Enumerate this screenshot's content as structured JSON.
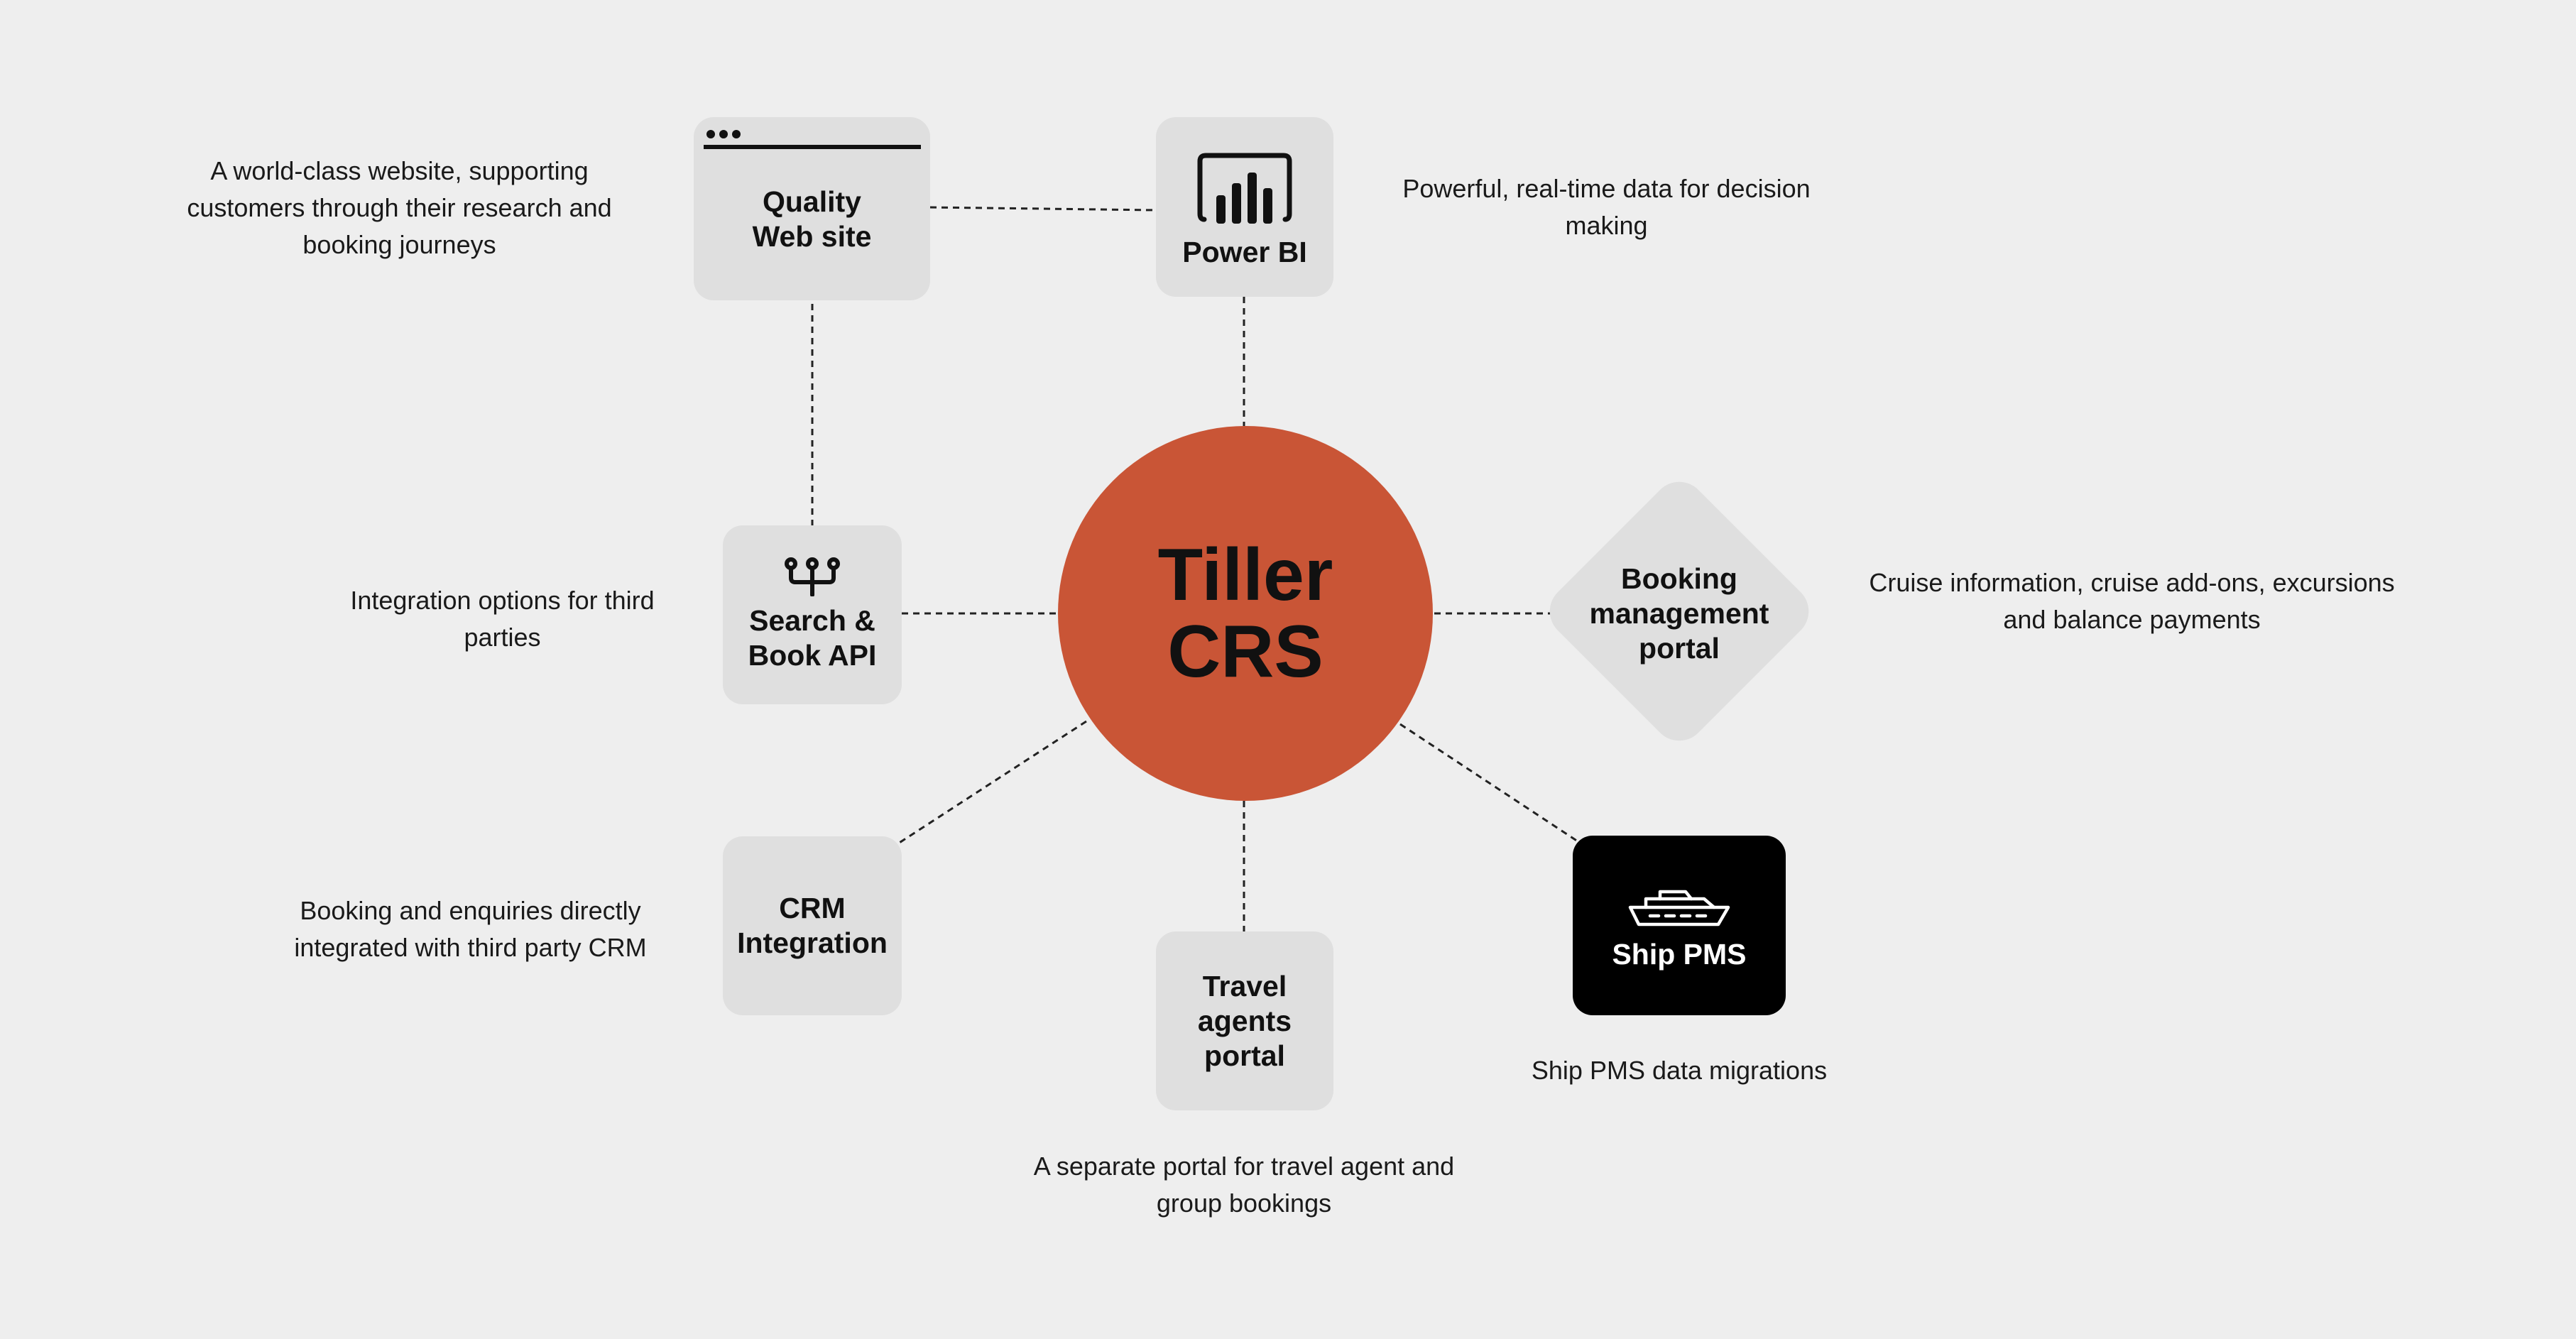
{
  "hub": {
    "title": "Tiller\nCRS",
    "color": "#c95536"
  },
  "nodes": {
    "quality_web_site": {
      "title": "Quality\nWeb site",
      "icon": "browser-window-icon",
      "description": "A world-class website, supporting\ncustomers through their research and\nbooking journeys"
    },
    "power_bi": {
      "title": "Power BI",
      "icon": "bar-chart-icon",
      "description": "Powerful, real-time data for decision\nmaking"
    },
    "search_book_api": {
      "title": "Search &\nBook API",
      "icon": "api-fork-icon",
      "description": "Integration options for third\nparties"
    },
    "booking_management_portal": {
      "title": "Booking\nmanagement\nportal",
      "description": "Cruise information, cruise add-ons, excursions\nand balance payments"
    },
    "crm_integration": {
      "title": "CRM\nIntegration",
      "description": "Booking and enquiries directly\nintegrated with third party CRM"
    },
    "travel_agents_portal": {
      "title": "Travel\nagents\nportal",
      "description": "A separate portal for travel agent and\ngroup bookings"
    },
    "ship_pms": {
      "title": "Ship PMS",
      "icon": "cruise-ship-icon",
      "description": "Ship PMS data migrations"
    }
  },
  "colors": {
    "background": "#eeeeee",
    "card": "#dfdfdf",
    "ship_card": "#000000",
    "hub": "#c95536"
  }
}
